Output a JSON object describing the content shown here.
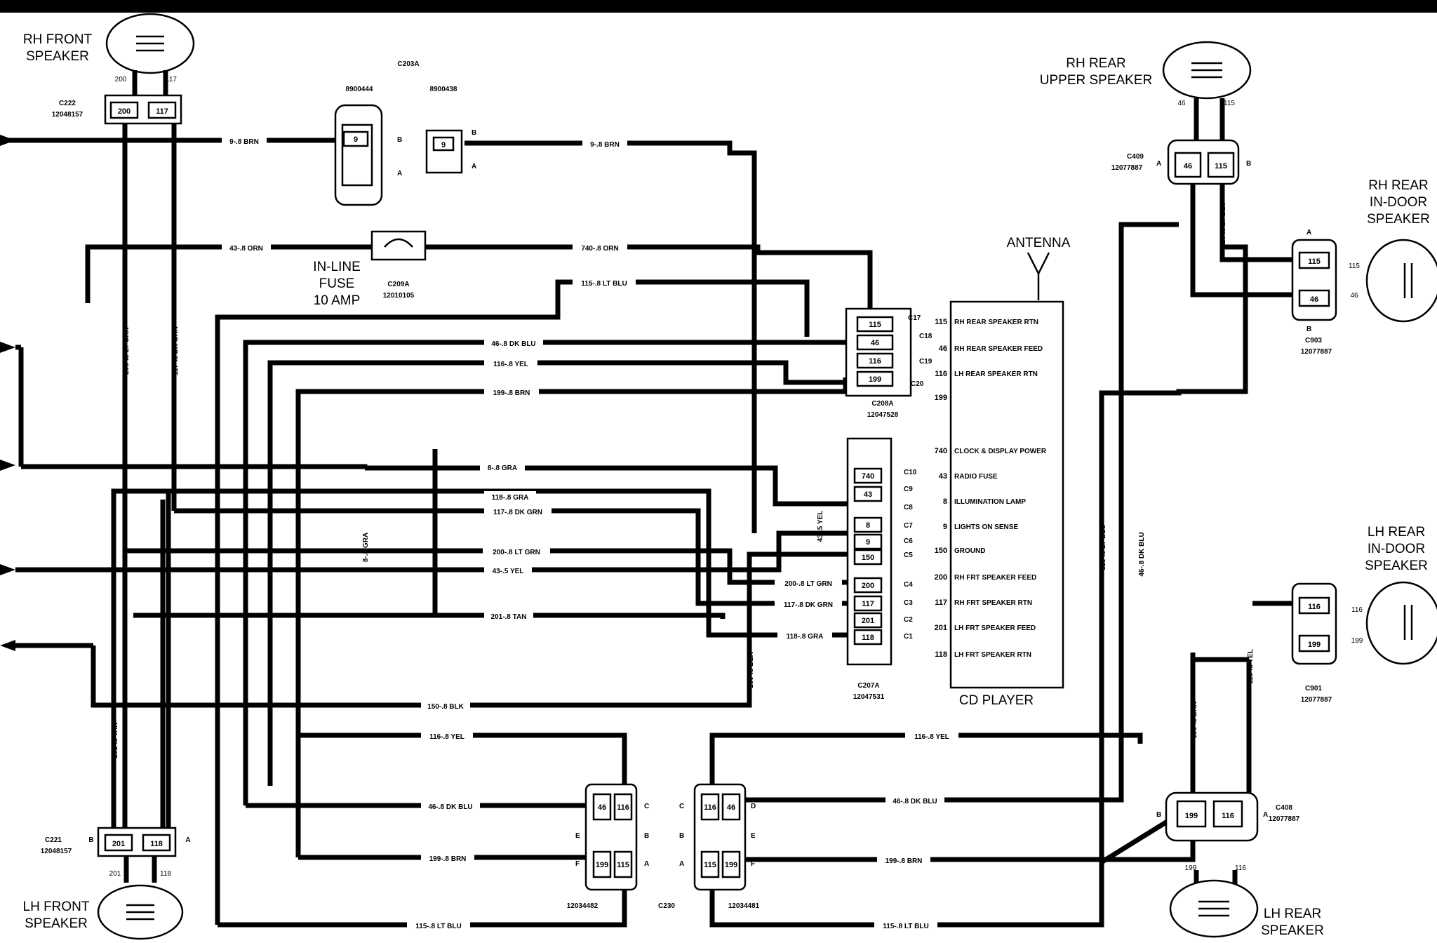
{
  "speakers": {
    "rh_front": [
      "RH FRONT",
      "SPEAKER"
    ],
    "lh_front": [
      "LH FRONT",
      "SPEAKER"
    ],
    "rh_rear_upper": [
      "RH REAR",
      "UPPER SPEAKER"
    ],
    "rh_rear_indoor": [
      "RH REAR",
      "IN-DOOR",
      "SPEAKER"
    ],
    "lh_rear_indoor": [
      "LH REAR",
      "IN-DOOR",
      "SPEAKER"
    ],
    "lh_rear": [
      "LH REAR",
      "SPEAKER"
    ]
  },
  "fuse": {
    "lines": [
      "IN-LINE",
      "FUSE",
      "10 AMP"
    ],
    "conn": "C209A",
    "part": "12010105"
  },
  "antenna": "ANTENNA",
  "cd_player": {
    "title": "CD PLAYER",
    "pins": [
      {
        "num": "115",
        "label": "RH REAR SPEAKER RTN"
      },
      {
        "num": "46",
        "label": "RH REAR SPEAKER FEED"
      },
      {
        "num": "116",
        "label": "LH REAR SPEAKER RTN"
      },
      {
        "num": "199",
        "label": ""
      },
      {
        "num": "740",
        "label": "CLOCK & DISPLAY POWER"
      },
      {
        "num": "43",
        "label": "RADIO FUSE"
      },
      {
        "num": "8",
        "label": "ILLUMINATION LAMP"
      },
      {
        "num": "9",
        "label": "LIGHTS ON SENSE"
      },
      {
        "num": "150",
        "label": "GROUND"
      },
      {
        "num": "200",
        "label": "RH FRT SPEAKER FEED"
      },
      {
        "num": "117",
        "label": "RH FRT SPEAKER RTN"
      },
      {
        "num": "201",
        "label": "LH FRT SPEAKER FEED"
      },
      {
        "num": "118",
        "label": "LH FRT SPEAKER RTN"
      }
    ]
  },
  "connectors": {
    "c222": {
      "name": "C222",
      "part": "12048157",
      "pins": [
        "200",
        "117"
      ],
      "wires": [
        "200",
        "117"
      ]
    },
    "c221": {
      "name": "C221",
      "part": "12048157",
      "pins": [
        "201",
        "118"
      ],
      "wires": [
        "201",
        "118"
      ],
      "sides": [
        "B",
        "A"
      ]
    },
    "c203a": {
      "name": "C203A",
      "part_a": "8900444",
      "part_b": "8900438",
      "pin": "9",
      "letters": [
        "B",
        "A",
        "B",
        "A"
      ]
    },
    "c208a": {
      "name": "C208A",
      "part": "12047528",
      "pins": [
        "115",
        "46",
        "116",
        "199"
      ],
      "cav": [
        "C17",
        "C18",
        "C19",
        "C20"
      ]
    },
    "c207a": {
      "name": "C207A",
      "part": "12047531",
      "pins": [
        "740",
        "43",
        "8",
        "9",
        "150",
        "200",
        "117",
        "201",
        "118"
      ],
      "cav": [
        "C10",
        "C9",
        "C8",
        "C7",
        "C6",
        "C5",
        "C4",
        "C3",
        "C2",
        "C1"
      ]
    },
    "c409": {
      "name": "C409",
      "part": "12077887",
      "pins": [
        "46",
        "115"
      ],
      "wires": [
        "46",
        "115"
      ],
      "sides": [
        "A",
        "B"
      ]
    },
    "c903": {
      "name": "C903",
      "part": "12077887",
      "pins": [
        "115",
        "46"
      ],
      "wires": [
        "115",
        "46"
      ],
      "sides": [
        "A",
        "B"
      ]
    },
    "c901": {
      "name": "C901",
      "part": "12077887",
      "pins": [
        "116",
        "199"
      ],
      "wires": [
        "116",
        "199"
      ]
    },
    "c408": {
      "name": "C408",
      "part": "12077887",
      "pins": [
        "199",
        "116"
      ],
      "wires": [
        "199",
        "116"
      ],
      "sides": [
        "B",
        "A"
      ]
    },
    "c230": {
      "name": "C230",
      "part_l": "12034482",
      "part_r": "12034481",
      "pins_l": [
        "46",
        "116",
        "199",
        "115"
      ],
      "pins_r": [
        "116",
        "46",
        "115",
        "199"
      ],
      "letters_l": [
        "C",
        "E",
        "B",
        "F",
        "A"
      ],
      "letters_r": [
        "C",
        "D",
        "B",
        "E",
        "A",
        "F"
      ]
    }
  },
  "wires": {
    "w9a": "9-.8 BRN",
    "w9b": "9-.8 BRN",
    "w43orn": "43-.8 ORN",
    "w740": "740-.8 ORN",
    "w115top": "115-.8 LT BLU",
    "w46": "46-.8 DK BLU",
    "w116": "116-.8 YEL",
    "w199": "199-.8 BRN",
    "w8": "8-.8 GRA",
    "w118gra": "118-.8 GRA",
    "w117": "117-.8 DK GRN",
    "w200": "200-.8 LT GRN",
    "w43yel": "43-.5 YEL",
    "w201": "201-.8 TAN",
    "w200v": "200-.8 LT GRN",
    "w117v": "117-.8 DK GRN",
    "w8v": "8-.8 GRA",
    "w43v": "43-.5 YEL",
    "w150v": "150-.8 BLK",
    "w201v": "201-.8 TAN",
    "w200r": "200-.8 LT GRN",
    "w117r": "117-.8 DK GRN",
    "w118r": "118-.8 GRA",
    "w150": "150-.8 BLK",
    "w116b": "116-.8 YEL",
    "w46b": "46-.8 DK BLU",
    "w199b": "199-.8 BRN",
    "w115b": "115-.8 LT BLU",
    "w116c": "116-.8 YEL",
    "w46c": "46-.8 DK BLU",
    "w199c": "199-.8 BRN",
    "w115c": "115-.8 LT BLU",
    "w115v1": "115-.8 LT BLU",
    "w46v1": "46-.8 DK BLU",
    "w115v2": "115-.8 LT BLU",
    "w116v2": "116-.8 YEL",
    "w199v2": "199-.8 BRN"
  }
}
